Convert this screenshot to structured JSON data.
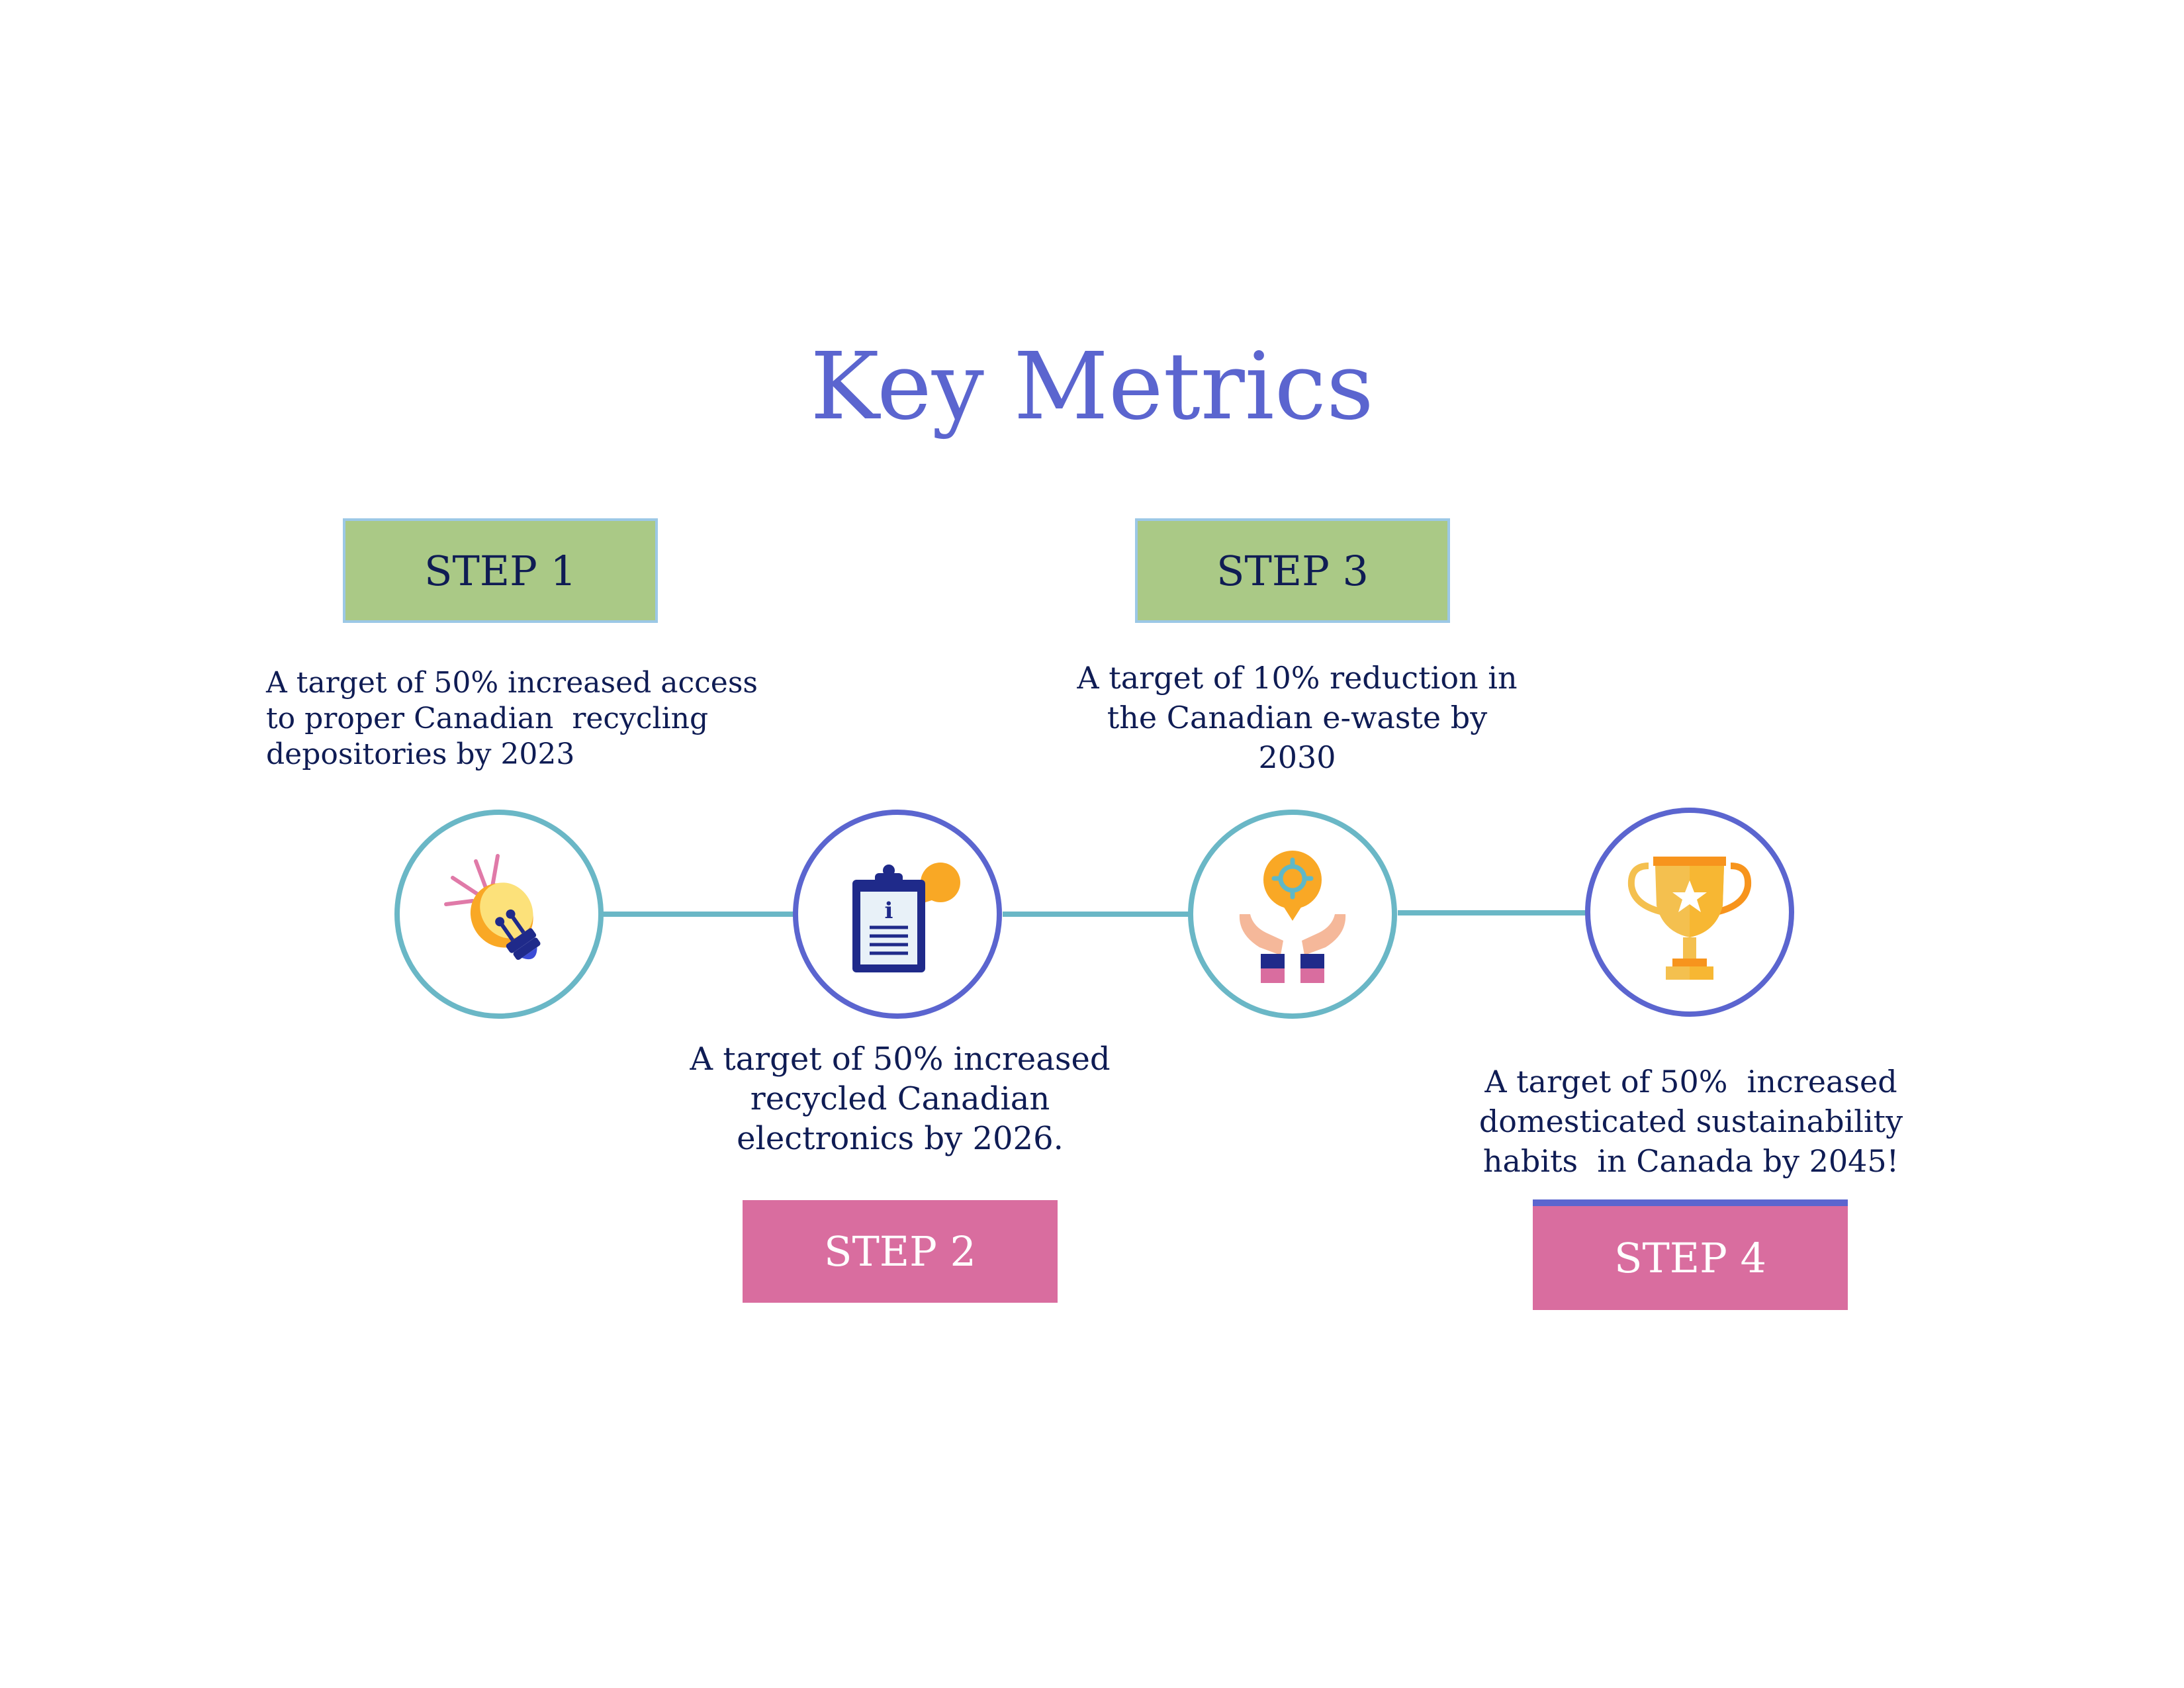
{
  "title": "Key Metrics",
  "steps": [
    {
      "label": "STEP 1",
      "lines": [
        "A target of 50% increased access",
        "to proper Canadian  recycling",
        "depositories by 2023"
      ],
      "icon": "lightbulb-icon"
    },
    {
      "label": "STEP 2",
      "lines": [
        "A target of 50% increased",
        "recycled Canadian",
        "electronics by 2026."
      ],
      "icon": "clipboard-info-icon"
    },
    {
      "label": "STEP 3",
      "lines": [
        "A target of 10% reduction in",
        "the Canadian e-waste by",
        "2030"
      ],
      "icon": "hands-gear-icon"
    },
    {
      "label": "STEP 4",
      "lines": [
        "A target of 50%  increased",
        "domesticated sustainability",
        "habits  in Canada by 2045!"
      ],
      "icon": "trophy-icon"
    }
  ],
  "colors": {
    "title": "#5b65cf",
    "green_box": "#aac986",
    "pink_box": "#d96d9f",
    "teal_ring": "#6ab7c6",
    "blue_ring": "#5b65cf",
    "text": "#0f1c54"
  }
}
